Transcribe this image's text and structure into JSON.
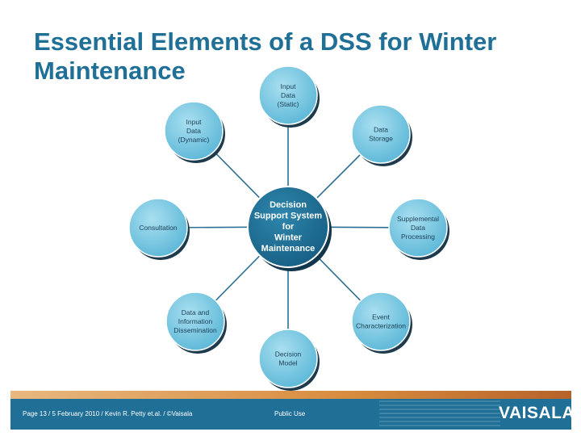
{
  "title": {
    "line1": "Essential Elements of a DSS for Winter",
    "line2": "Maintenance"
  },
  "center": {
    "lines": [
      "Decision",
      "Support System",
      "for",
      "Winter",
      "Maintenance"
    ]
  },
  "nodes": [
    {
      "id": "input-static",
      "lines": [
        "Input",
        "Data",
        "(Static)"
      ]
    },
    {
      "id": "data-storage",
      "lines": [
        "Data",
        "Storage"
      ]
    },
    {
      "id": "supplemental",
      "lines": [
        "Supplemental",
        "Data",
        "Processing"
      ]
    },
    {
      "id": "event-char",
      "lines": [
        "Event",
        "Characterization"
      ]
    },
    {
      "id": "decision-model",
      "lines": [
        "Decision",
        "Model"
      ]
    },
    {
      "id": "dissemination",
      "lines": [
        "Data and",
        "Information",
        "Dissemination"
      ]
    },
    {
      "id": "consultation",
      "lines": [
        "Consultation"
      ]
    },
    {
      "id": "input-dynamic",
      "lines": [
        "Input",
        "Data",
        "(Dynamic)"
      ]
    }
  ],
  "footer": {
    "page_info": "Page 13 / 5 February 2010 / Kevin R. Petty et.al. / ©Vaisala",
    "classification": "Public Use",
    "logo": "VAISALA"
  },
  "colors": {
    "title": "#1f6f96",
    "node_fill": "#6fc1dd",
    "center_fill": "#1f6f96",
    "connector": "#2b6f93",
    "footer": "#1f6f96"
  }
}
